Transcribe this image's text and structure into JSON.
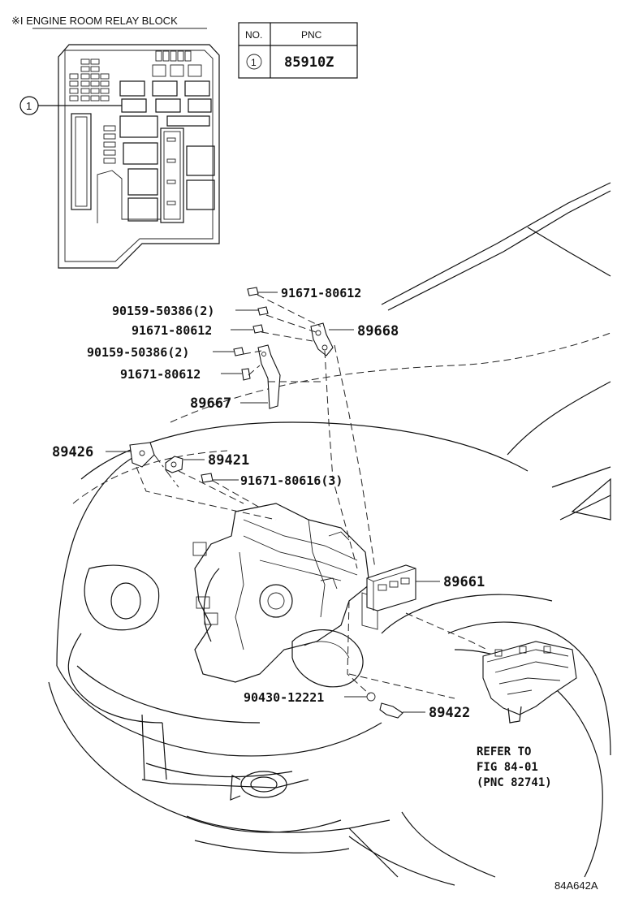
{
  "relay_block": {
    "title": "※I ENGINE ROOM RELAY BLOCK",
    "callout_no": "1"
  },
  "pnc_table": {
    "header_no": "NO.",
    "header_pnc": "PNC",
    "rows": [
      {
        "no": "1",
        "pnc": "85910Z"
      }
    ]
  },
  "part_labels": [
    {
      "text": "91671-80612"
    },
    {
      "text": "90159-50386(2)"
    },
    {
      "text": "91671-80612"
    },
    {
      "text": "89668"
    },
    {
      "text": "90159-50386(2)"
    },
    {
      "text": "91671-80612"
    },
    {
      "text": "89667"
    },
    {
      "text": "89426"
    },
    {
      "text": "89421"
    },
    {
      "text": "91671-80616(3)"
    },
    {
      "text": "89661"
    },
    {
      "text": "90430-12221"
    },
    {
      "text": "89422"
    }
  ],
  "refer_note": {
    "line1": "REFER TO",
    "line2": "FIG 84-01",
    "line3": "(PNC 82741)"
  },
  "figure_code": "84A642A"
}
